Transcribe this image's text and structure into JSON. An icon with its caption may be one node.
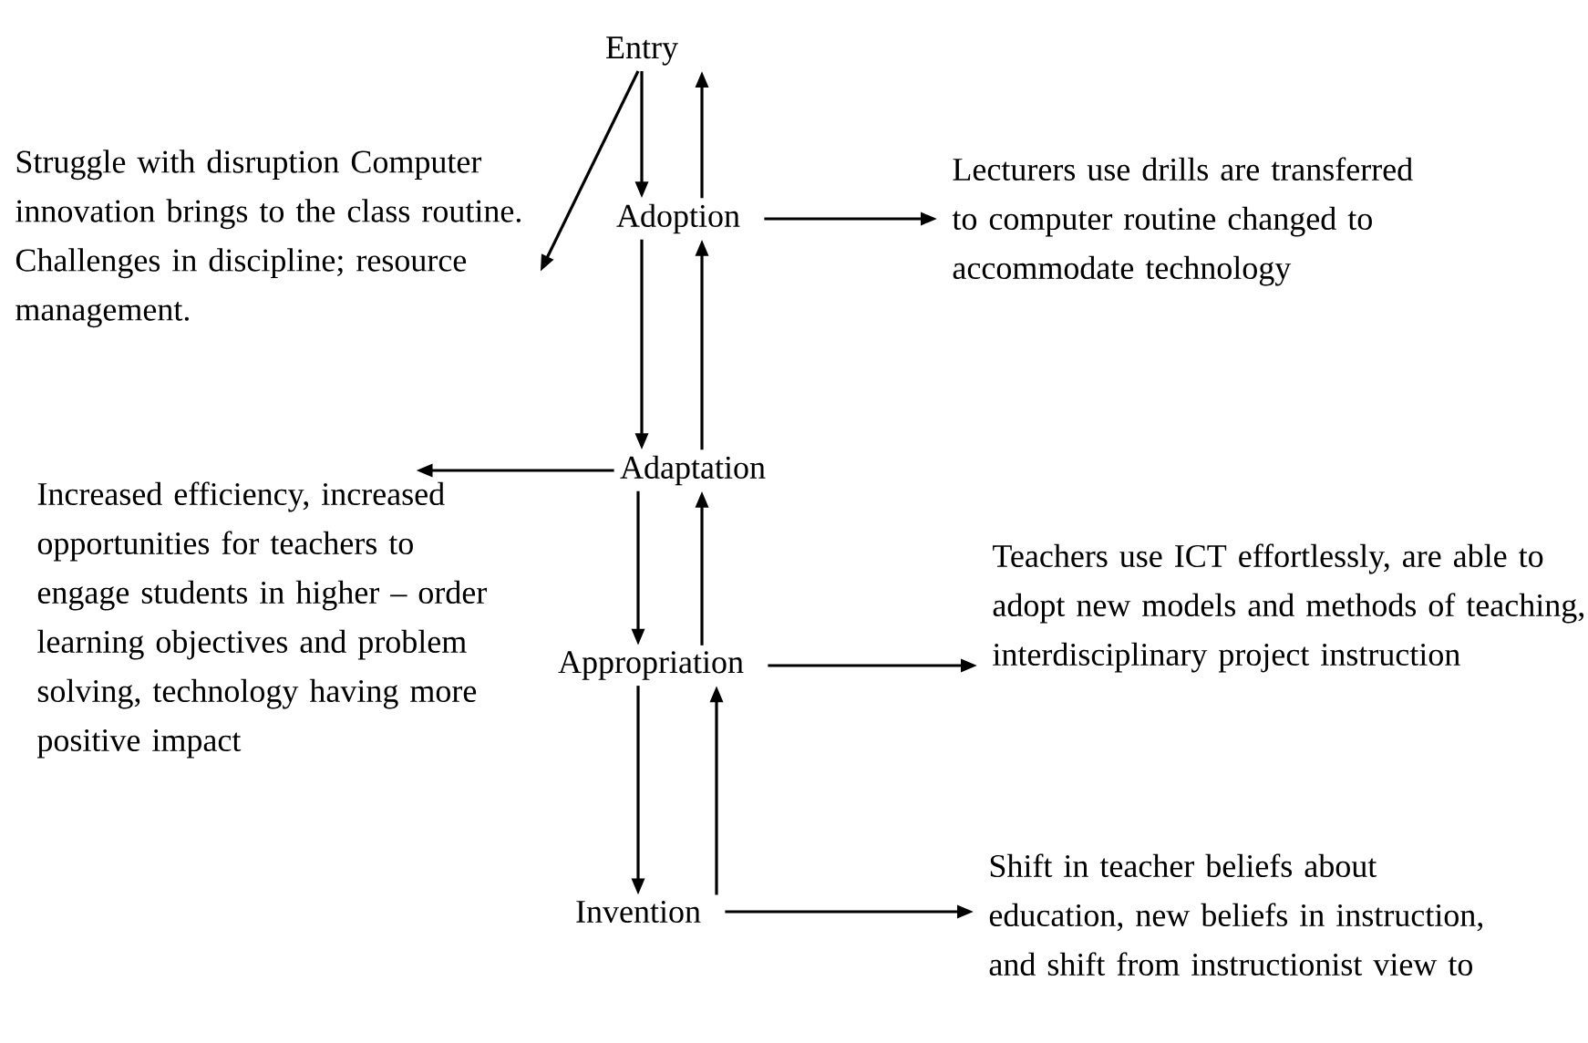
{
  "diagram": {
    "nodes": [
      {
        "text": [
          "Entry"
        ]
      },
      {
        "text": [
          "Adoption"
        ]
      },
      {
        "text": [
          "Adaptation"
        ]
      },
      {
        "text": [
          "Appropriation"
        ]
      },
      {
        "text": [
          "Invention"
        ]
      },
      {
        "text": [
          "Struggle with disruption Computer innovation brings to the class routine. Challenges in discipline; resource management."
        ]
      },
      {
        "text": [
          "Lecturers use drills are transferred to computer routine changed to accommodate technology"
        ]
      },
      {
        "text": [
          "Increased efficiency, increased opportunities for teachers to engage students in higher – order learning objectives and problem solving, technology having more positive impact"
        ]
      },
      {
        "text": [
          "Teachers use ICT effortlessly, are able to adopt new models and methods of teaching, interdisciplinary project instruction"
        ]
      },
      {
        "text": [
          "Shift in teacher beliefs about education, new beliefs in instruction, and shift from instructionist view to"
        ]
      }
    ],
    "edges": [
      {
        "from": 0,
        "to": 1,
        "arrow": "to"
      },
      {
        "from": 1,
        "to": 0,
        "arrow": "to"
      },
      {
        "from": 0,
        "to": 5,
        "arrow": "to"
      },
      {
        "from": 1,
        "to": 6,
        "arrow": "to"
      },
      {
        "from": 1,
        "to": 2,
        "arrow": "to"
      },
      {
        "from": 2,
        "to": 1,
        "arrow": "to"
      },
      {
        "from": 2,
        "to": 7,
        "arrow": "to"
      },
      {
        "from": 2,
        "to": 3,
        "arrow": "to"
      },
      {
        "from": 3,
        "to": 2,
        "arrow": "to"
      },
      {
        "from": 3,
        "to": 8,
        "arrow": "to"
      },
      {
        "from": 3,
        "to": 4,
        "arrow": "to"
      },
      {
        "from": 4,
        "to": 3,
        "arrow": "to"
      },
      {
        "from": 4,
        "to": 9,
        "arrow": "to"
      }
    ]
  }
}
